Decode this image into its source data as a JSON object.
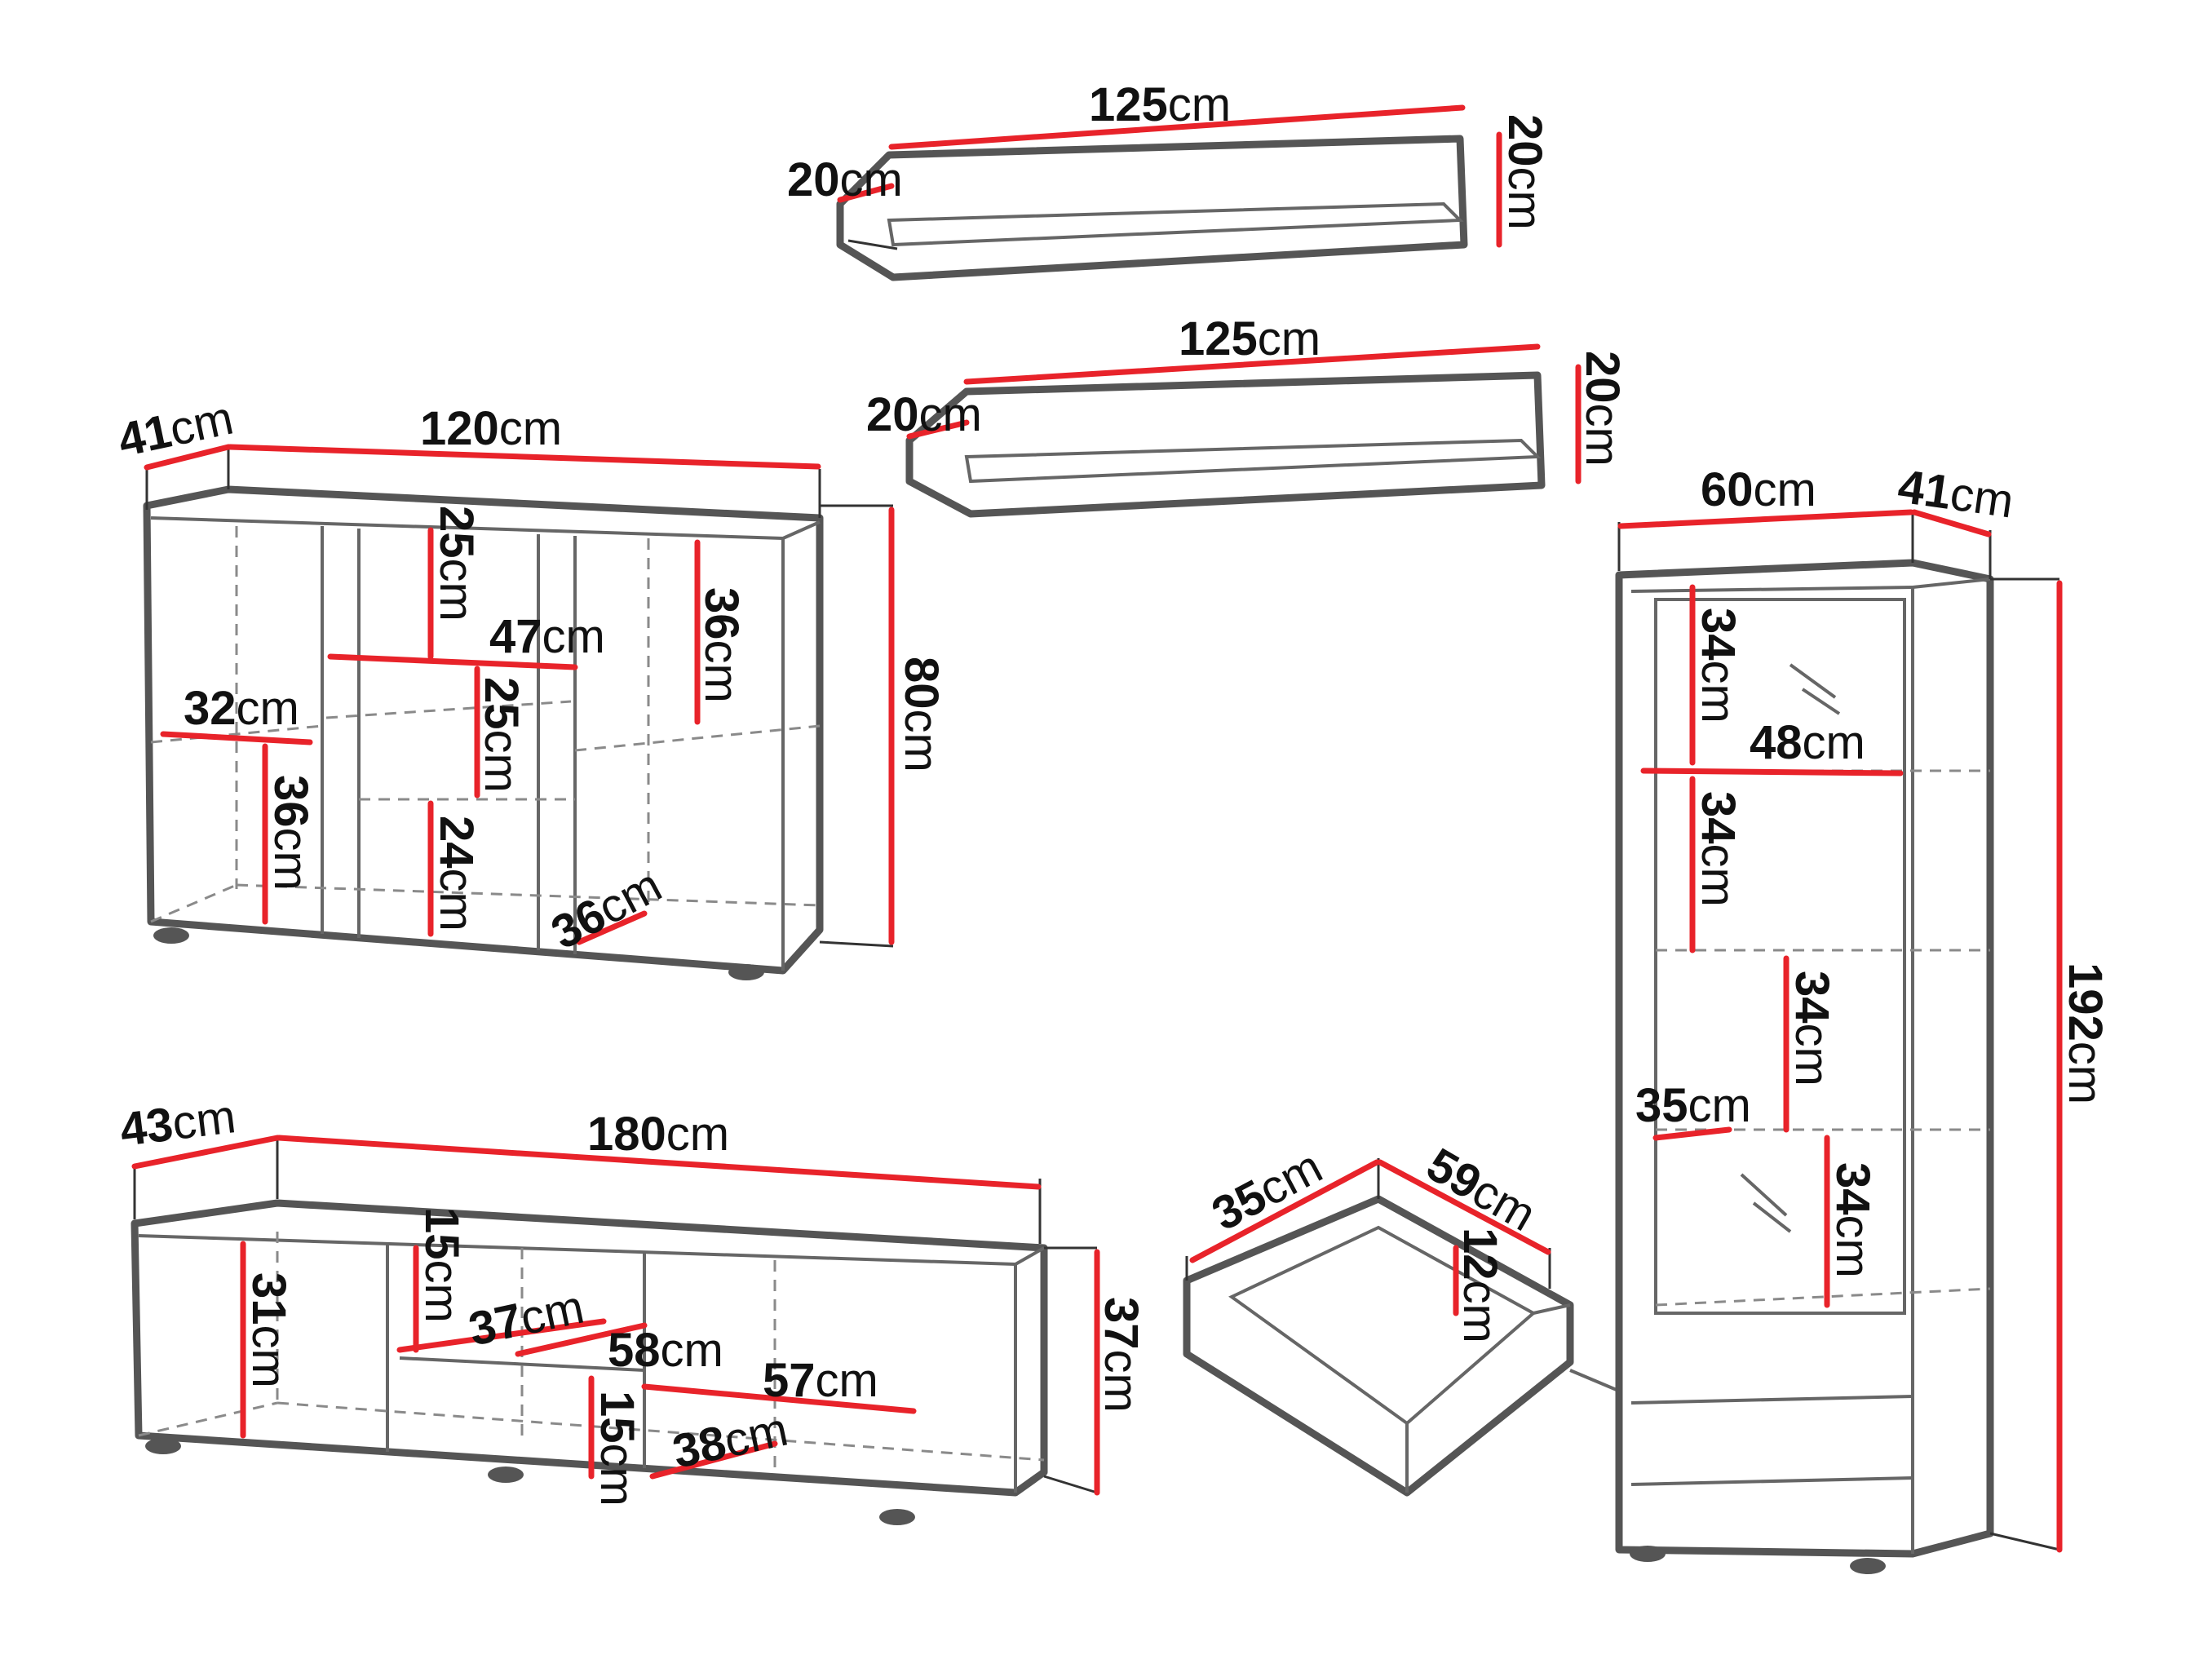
{
  "unit": "cm",
  "colors": {
    "dimension_line": "#e8232a",
    "outline": "#555555",
    "text": "#111111"
  },
  "shelf_top": {
    "length": "125",
    "height": "20",
    "depth": "20"
  },
  "shelf_bottom": {
    "length": "125",
    "height": "20",
    "depth": "20"
  },
  "sideboard": {
    "depth": "41",
    "width": "120",
    "height": "80",
    "inner_top_left": "25",
    "inner_width": "47",
    "inner_right": "36",
    "inner_mid": "25",
    "shelf_left_width": "32",
    "left_lower": "36",
    "mid_lower": "24",
    "shelf_depth": "36"
  },
  "tv_stand": {
    "depth": "43",
    "width": "180",
    "height": "37",
    "left_height": "31",
    "top_gap": "15",
    "top_shelf_width": "37",
    "mid_shelf_width": "58",
    "right_width": "57",
    "bottom_gap": "15",
    "shelf_depth": "38"
  },
  "drawer": {
    "depth": "35",
    "width": "59",
    "height": "12"
  },
  "tall_cabinet": {
    "width": "60",
    "depth": "41",
    "height": "192",
    "compartment_1": "34",
    "inner_width": "48",
    "compartment_2": "34",
    "compartment_3": "34",
    "shelf_depth": "35",
    "compartment_4": "34"
  }
}
